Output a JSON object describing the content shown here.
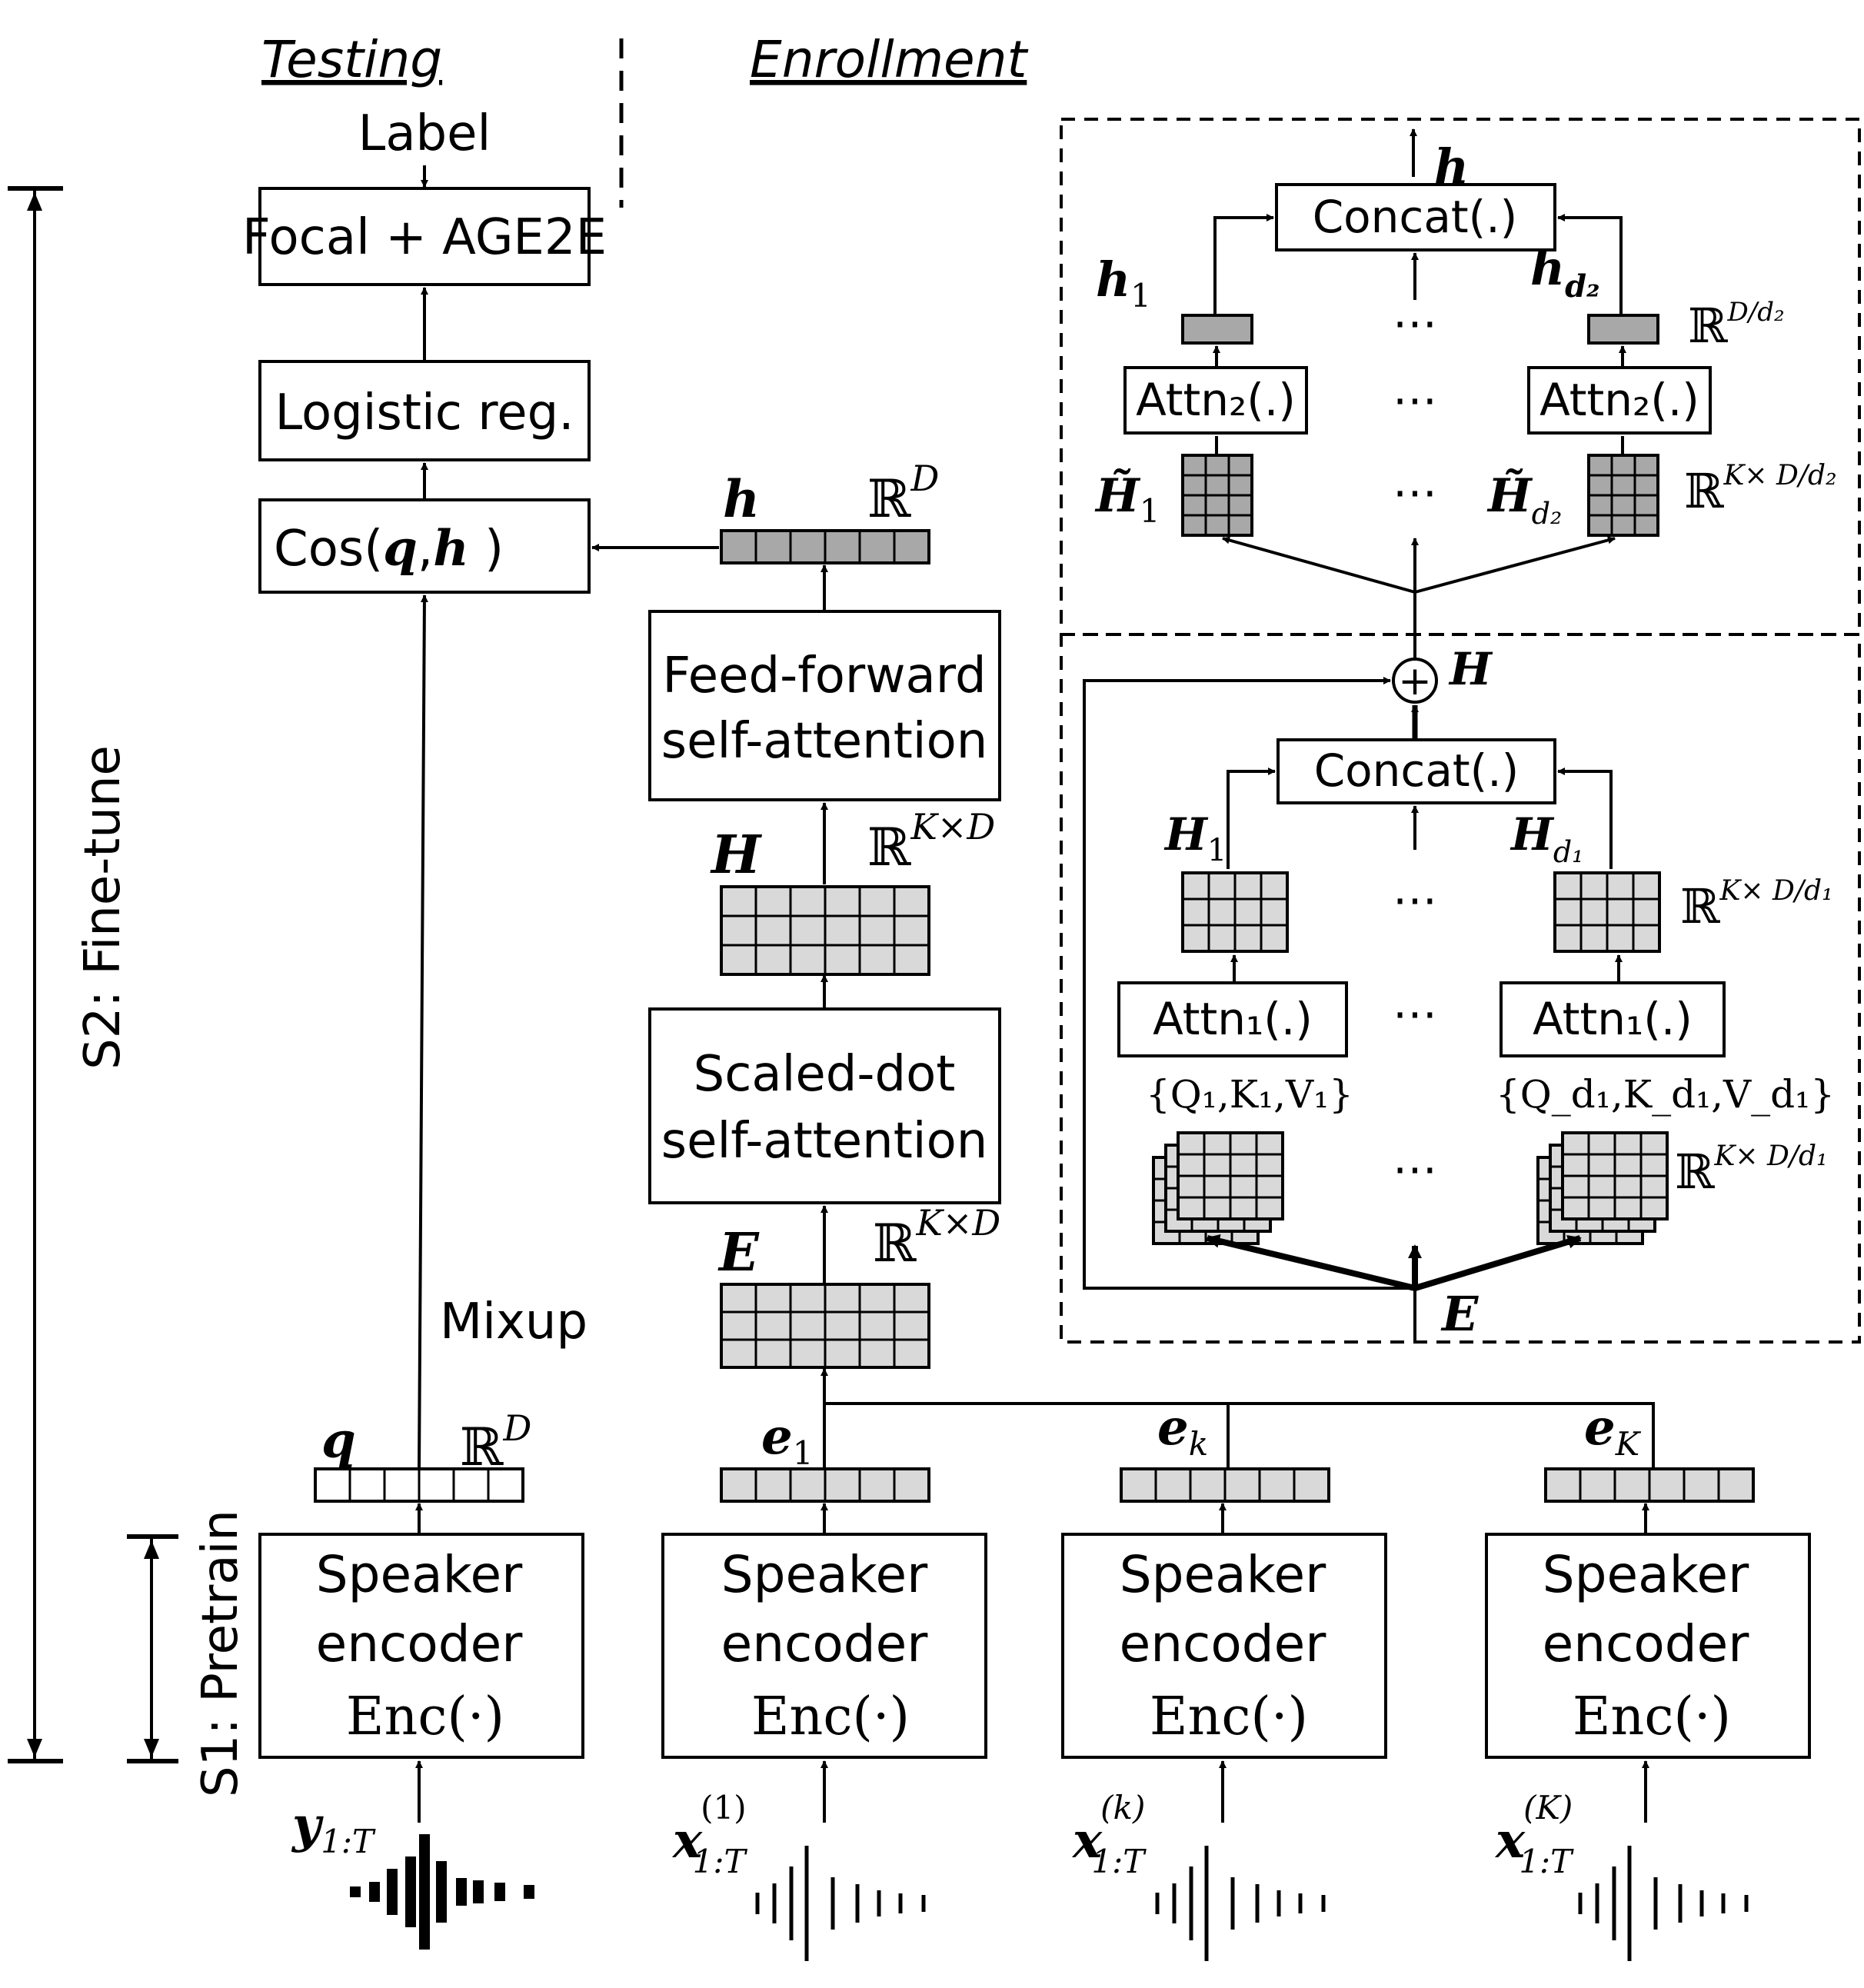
{
  "headers": {
    "testing": "Testing",
    "enrollment": "Enrollment"
  },
  "stages": {
    "finetune": "S2: Fine-tune",
    "pretrain": "S1: Pretrain"
  },
  "testing": {
    "label": "Label",
    "loss": "Focal + AGE2E",
    "logistic": "Logistic reg.",
    "cos_prefix": "Cos(",
    "cos_q": "q",
    "cos_comma": ",",
    "cos_h": "h",
    "cos_suffix": " )",
    "mixup": "Mixup",
    "q": "q",
    "q_space": "ℝ",
    "q_space_exp": "D",
    "y_base": "y",
    "y_sub": "1:T"
  },
  "encoder": {
    "line1": "Speaker",
    "line2": "encoder",
    "line3": "Enc(·)"
  },
  "enrollment": {
    "h": "h",
    "h_space": "ℝ",
    "h_space_exp": "D",
    "ffn_line1": "Feed-forward",
    "ffn_line2": "self-attention",
    "H": "H",
    "H_space": "ℝ",
    "H_space_exp": "K×D",
    "sdp_line1": "Scaled-dot",
    "sdp_line2": "self-attention",
    "E": "E",
    "E_space": "ℝ",
    "E_space_exp": "K×D",
    "e1": "e",
    "e1_sub": "1",
    "ek": "e",
    "ek_sub": "k",
    "eK": "e",
    "eK_sub": "K",
    "x_base": "x",
    "x1_sup": "(1)",
    "xk_sup": "(k)",
    "xK_sup": "(K)",
    "x_sub": "1:T"
  },
  "ffn_detail": {
    "h": "h",
    "concat": "Concat(.)",
    "h1": "h",
    "h1_sub": "1",
    "hd2": "h",
    "hd2_sub": "d₂",
    "space_top": "ℝ",
    "space_top_exp": "D/d₂",
    "attn": "Attn₂(.)",
    "Ht1": "H̃",
    "Ht1_sub": "1",
    "Htd2": "H̃",
    "Htd2_sub": "d₂",
    "space_mid": "ℝ",
    "space_mid_exp": "K× D/d₂",
    "dots": "⋯"
  },
  "sdp_detail": {
    "H": "H",
    "plus": "+",
    "concat": "Concat(.)",
    "H1": "H",
    "H1_sub": "1",
    "Hd1": "H",
    "Hd1_sub": "d₁",
    "space_a": "ℝ",
    "space_a_exp": "K× D/d₁",
    "attn": "Attn₁(.)",
    "qkv1": "{Q₁,K₁,V₁}",
    "qkvd1": "{Q_d₁,K_d₁,V_d₁}",
    "space_b": "ℝ",
    "space_b_exp": "K× D/d₁",
    "E": "E",
    "dots": "⋯"
  },
  "colors": {
    "dark_fill": "#a8a8a8",
    "light_fill": "#d9d9d9",
    "white_fill": "#ffffff"
  }
}
